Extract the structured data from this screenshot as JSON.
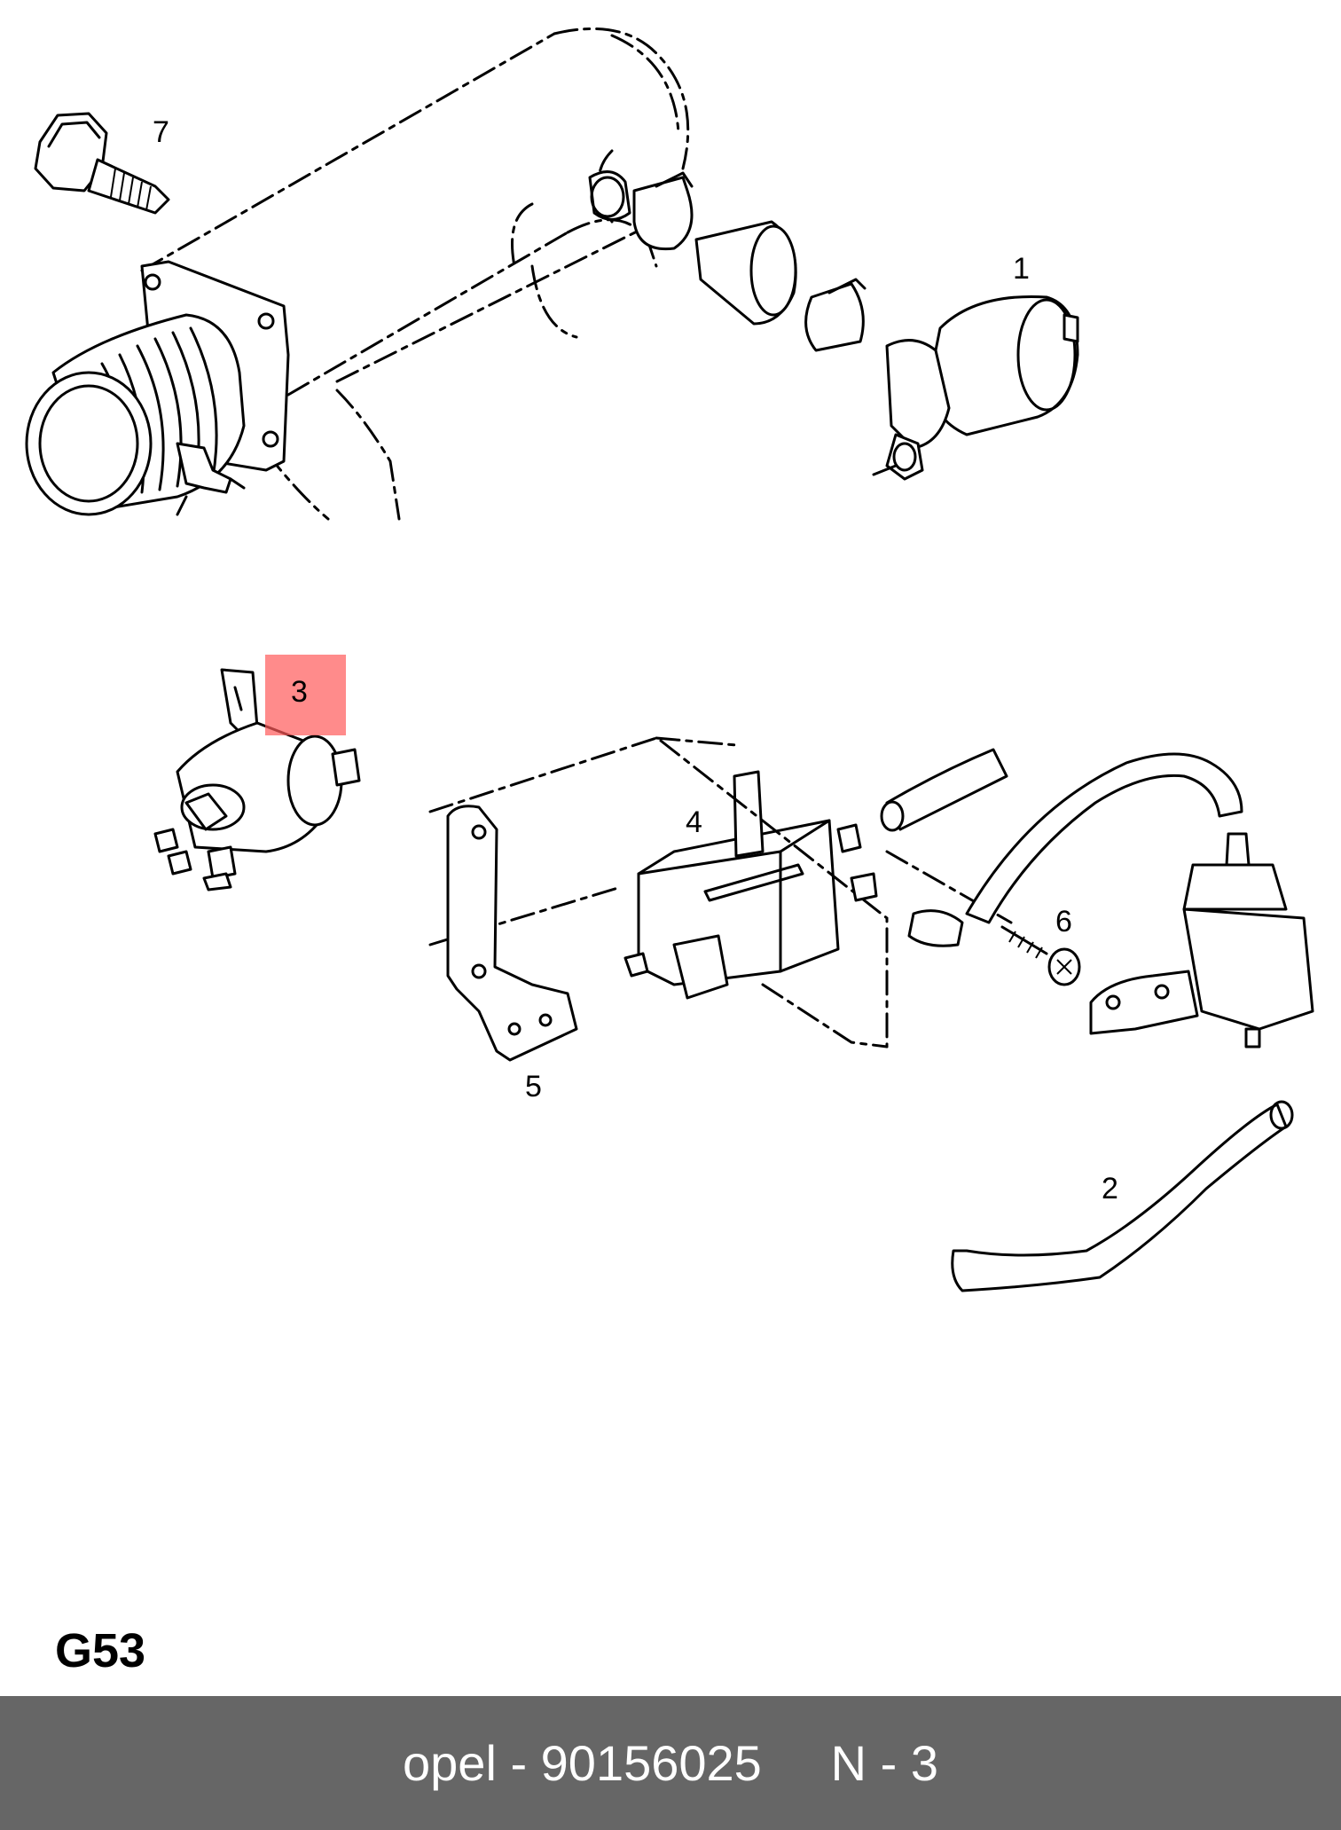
{
  "diagram": {
    "code": "G53",
    "callouts": [
      {
        "id": "1",
        "label": "1"
      },
      {
        "id": "2",
        "label": "2"
      },
      {
        "id": "3",
        "label": "3",
        "highlighted": true
      },
      {
        "id": "4",
        "label": "4"
      },
      {
        "id": "5",
        "label": "5"
      },
      {
        "id": "6",
        "label": "6"
      },
      {
        "id": "7",
        "label": "7"
      }
    ],
    "highlight_color": "#ff5a5a"
  },
  "footer": {
    "text": "opel - 90156025     N - 3",
    "background": "#666666",
    "color": "#ffffff"
  }
}
